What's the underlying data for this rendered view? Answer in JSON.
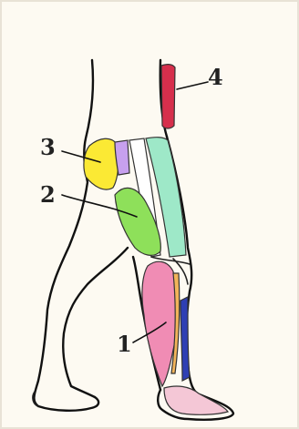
{
  "labels": [
    "1",
    "2",
    "3",
    "4"
  ],
  "colors": {
    "label_1": "#f08cb4",
    "label_2": "#8ee05a",
    "label_3": "#fbe934",
    "label_4": "#d62f4c",
    "lavender": "#c7a0ee",
    "mint": "#9ee8c8",
    "tibialis_blue": "#2e3fb4",
    "outline": "#111111",
    "background": "#fdfaf2"
  }
}
